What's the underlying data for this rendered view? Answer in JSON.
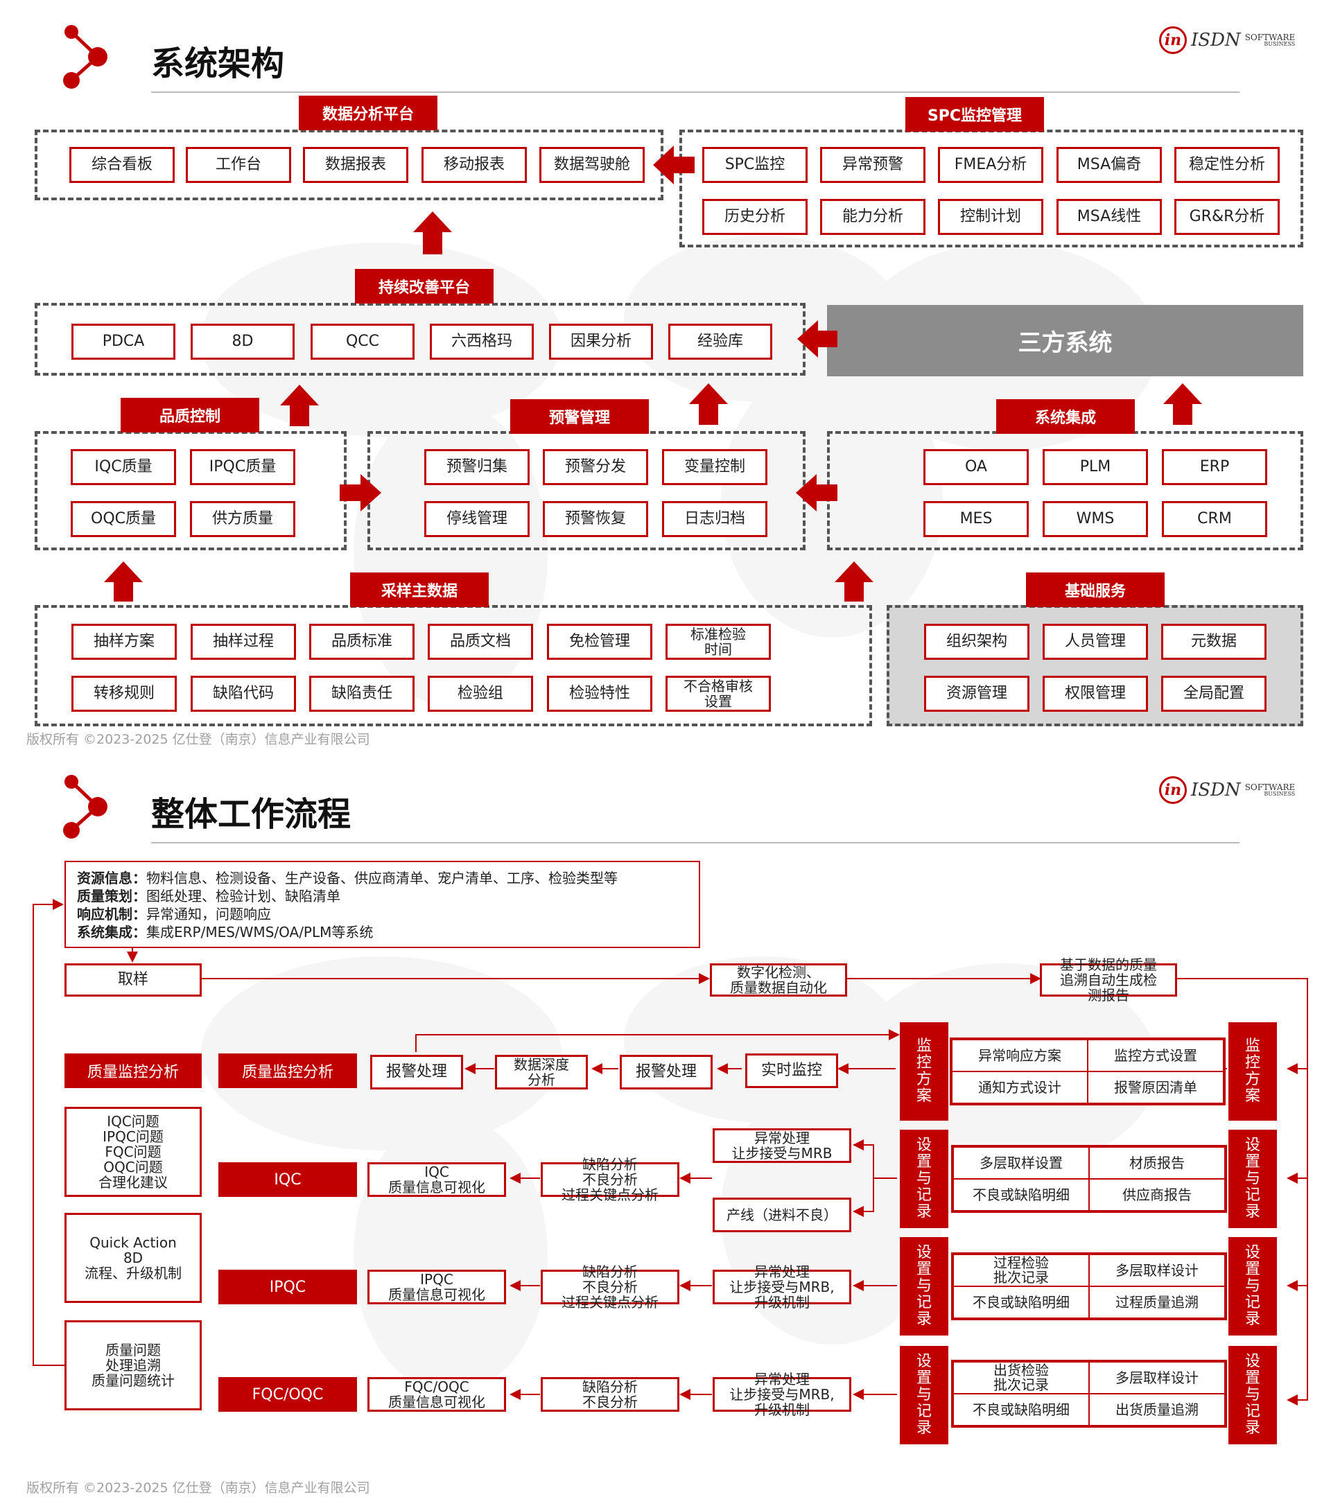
{
  "logo": {
    "text": "ISDN",
    "software": "SOFTWARE",
    "business": "BUSINESS",
    "mark": "in"
  },
  "s1": {
    "title": "系统架构",
    "data_platform": {
      "header": "数据分析平台",
      "items": [
        "综合看板",
        "工作台",
        "数据报表",
        "移动报表",
        "数据驾驶舱"
      ]
    },
    "spc": {
      "header": "SPC监控管理",
      "row1": [
        "SPC监控",
        "异常预警",
        "FMEA分析",
        "MSA偏奇",
        "稳定性分析"
      ],
      "row2": [
        "历史分析",
        "能力分析",
        "控制计划",
        "MSA线性",
        "GR&R分析"
      ]
    },
    "improve": {
      "header": "持续改善平台",
      "items": [
        "PDCA",
        "8D",
        "QCC",
        "六西格玛",
        "因果分析",
        "经验库"
      ]
    },
    "third_party": "三方系统",
    "quality": {
      "header": "品质控制",
      "items": [
        "IQC质量",
        "IPQC质量",
        "OQC质量",
        "供方质量"
      ]
    },
    "warning": {
      "header": "预警管理",
      "items": [
        "预警归集",
        "预警分发",
        "变量控制",
        "停线管理",
        "预警恢复",
        "日志归档"
      ]
    },
    "integration": {
      "header": "系统集成",
      "items": [
        "OA",
        "PLM",
        "ERP",
        "MES",
        "WMS",
        "CRM"
      ]
    },
    "sampling": {
      "header": "采样主数据",
      "row1": [
        "抽样方案",
        "抽样过程",
        "品质标准",
        "品质文档",
        "免检管理",
        "标准检验\n时间"
      ],
      "row2": [
        "转移规则",
        "缺陷代码",
        "缺陷责任",
        "检验组",
        "检验特性",
        "不合格审核\n设置"
      ]
    },
    "base": {
      "header": "基础服务",
      "items": [
        "组织架构",
        "人员管理",
        "元数据",
        "资源管理",
        "权限管理",
        "全局配置"
      ]
    },
    "copyright": "版权所有 ©2023-2025 亿仕登（南京）信息产业有限公司"
  },
  "s2": {
    "title": "整体工作流程",
    "info": [
      {
        "k": "资源信息：",
        "v": "物料信息、检测设备、生产设备、供应商清单、宠户清单、工序、检验类型等"
      },
      {
        "k": "质量策划：",
        "v": "图纸处理、检验计划、缺陷清单"
      },
      {
        "k": "响应机制：",
        "v": "异常通知，问题响应"
      },
      {
        "k": "系统集成：",
        "v": "集成ERP/MES/WMS/OA/PLM等系统"
      }
    ],
    "sample": "取样",
    "digital": "数字化检测、\n质量数据自动化",
    "trace_report": "基于数据的质量\n追溯自动生成检\n测报告",
    "left_header": "质量监控分析",
    "left_boxes": [
      "IQC问题\nIPQC问题\nFQC问题\nOQC问题\n合理化建议",
      "Quick Action\n8D\n流程、升级机制",
      "质量问题\n处理追溯\n质量问题统计"
    ],
    "monitor_row": {
      "label": "质量监控分析",
      "alarm1": "报警处理",
      "depth": "数据深度\n分析",
      "alarm2": "报警处理",
      "realtime": "实时监控"
    },
    "monitor_plan": {
      "vertical": "监控方案",
      "cells": [
        "异常响应方案",
        "监控方式设置",
        "通知方式设计",
        "报警原因清单"
      ]
    },
    "iqc": {
      "label": "IQC",
      "visual": "IQC\n质量信息可视化",
      "analysis": "缺陷分析\n不良分析\n过程关键点分析",
      "exception": "异常处理\n让步接受与MRB",
      "line": "产线（进料不良）",
      "vertical": "设置与记录",
      "cells": [
        "多层取样设置",
        "材质报告",
        "不良或缺陷明细",
        "供应商报告"
      ]
    },
    "ipqc": {
      "label": "IPQC",
      "visual": "IPQC\n质量信息可视化",
      "analysis": "缺陷分析\n不良分析\n过程关键点分析",
      "exception": "异常处理\n让步接受与MRB,\n升级机制",
      "vertical": "设置与记录",
      "cells": [
        "过程检验\n批次记录",
        "多层取样设计",
        "不良或缺陷明细",
        "过程质量追溯"
      ]
    },
    "fqc": {
      "label": "FQC/OQC",
      "visual": "FQC/OQC\n质量信息可视化",
      "analysis": "缺陷分析\n不良分析",
      "exception": "异常处理\n让步接受与MRB,\n升级机制",
      "vertical": "设置与记录",
      "cells": [
        "出货检验\n批次记录",
        "多层取样设计",
        "不良或缺陷明细",
        "出货质量追溯"
      ]
    },
    "copyright": "版权所有 ©2023-2025 亿仕登（南京）信息产业有限公司"
  }
}
